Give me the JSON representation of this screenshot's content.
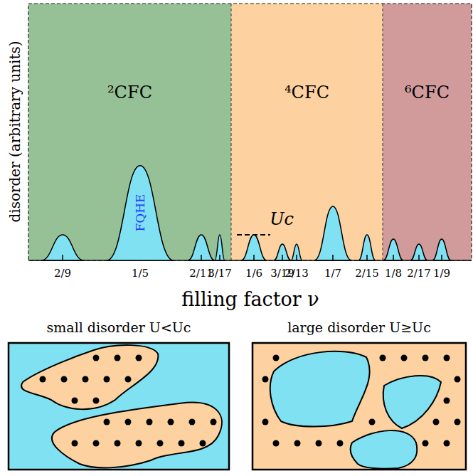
{
  "diagram": {
    "nodes": [
      {
        "text": [
          "²CFC"
        ]
      },
      {
        "text": [
          "⁴CFC"
        ]
      },
      {
        "text": [
          "⁶CFC"
        ]
      },
      {
        "text": [
          "FQHE"
        ],
        "in": 0
      }
    ],
    "labels": [
      "disorder (arbitrary units)",
      "Uc",
      "2/9",
      "1/5",
      "2/11",
      "3/17",
      "1/6",
      "3/19",
      "2/13",
      "1/7",
      "2/15",
      "1/8",
      "2/17",
      "1/9",
      "filling factor ν",
      "small disorder U<Uc",
      "large disorder U≥Uc"
    ]
  }
}
